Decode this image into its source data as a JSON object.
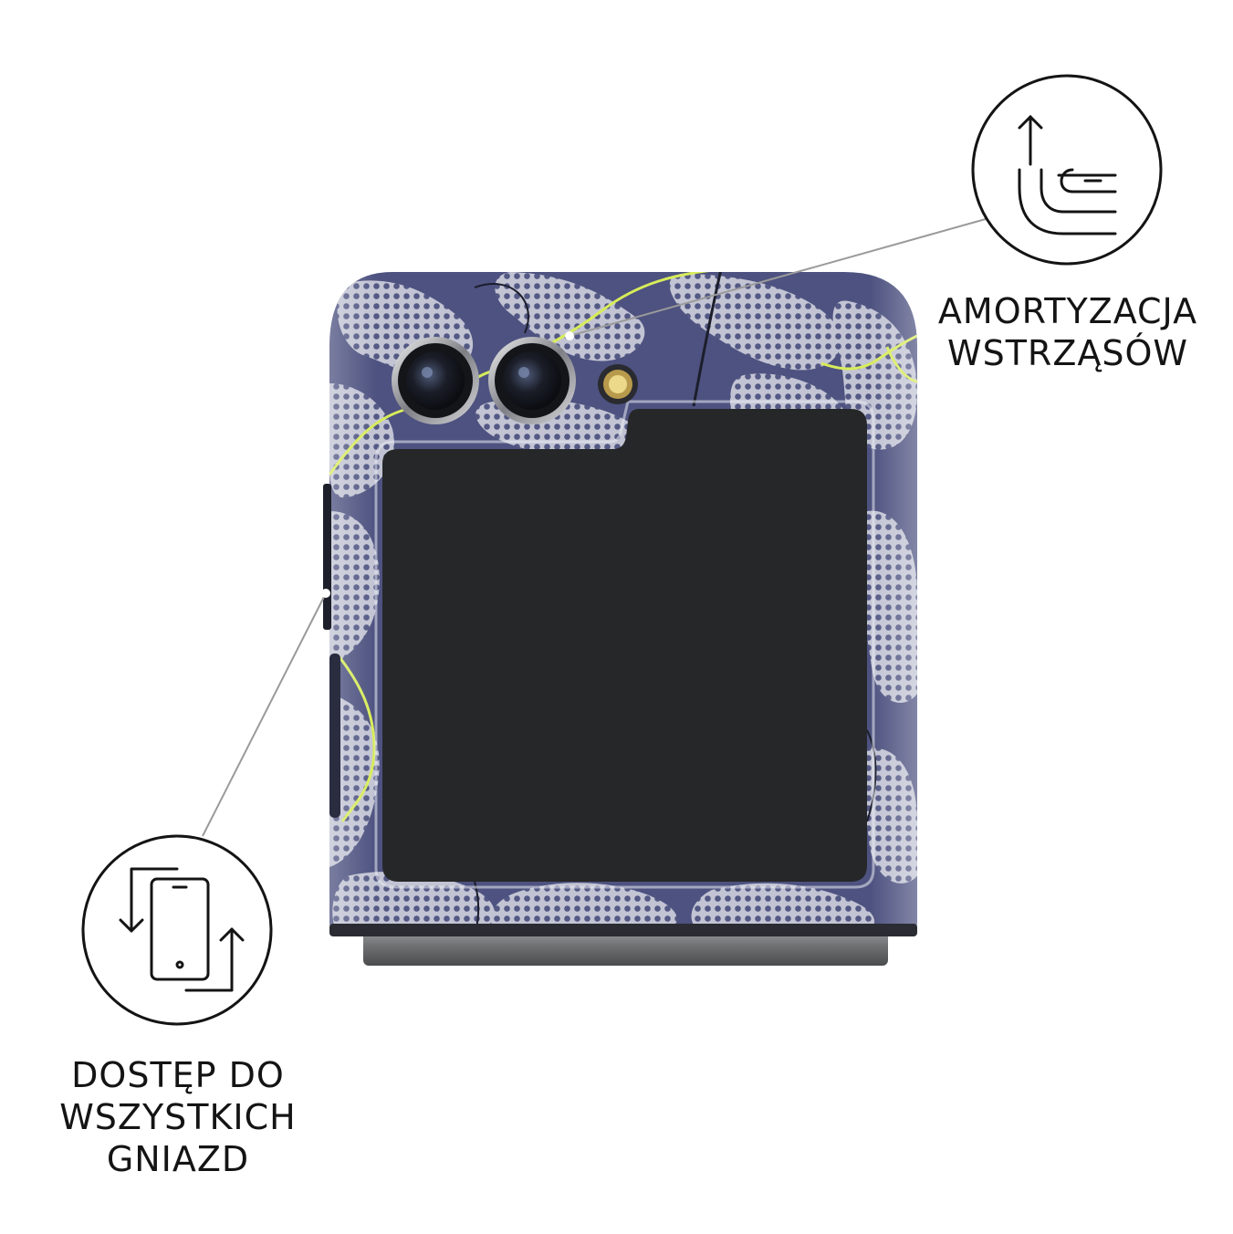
{
  "features": {
    "shock_absorption": {
      "icon": "shock-absorption-icon",
      "lines": [
        "AMORTYZACJA",
        "WSTRZĄSÓW"
      ]
    },
    "port_access": {
      "icon": "port-access-icon",
      "lines": [
        "DOSTĘP DO",
        "WSZYSTKICH",
        "GNIAZD"
      ]
    }
  },
  "colors": {
    "case_base": "#4d5280",
    "case_dots": "#b7b9cc",
    "accent_line": "#d8ec5a",
    "cover_screen": "#262729",
    "hinge": "#6f7072",
    "text": "#141414",
    "callout_line": "#9a9a9a"
  }
}
